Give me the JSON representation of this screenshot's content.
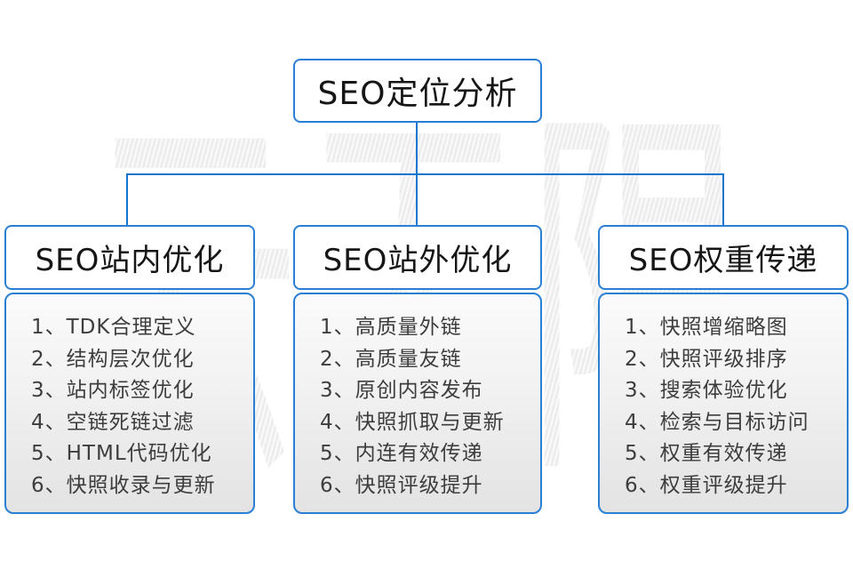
{
  "accent_color": "#2a7fd4",
  "line_color": "#1576d0",
  "watermark": "云无限",
  "root": {
    "title": "SEO定位分析"
  },
  "columns": [
    {
      "title": "SEO站内优化",
      "items": [
        "1、TDK合理定义",
        "2、结构层次优化",
        "3、站内标签优化",
        "4、空链死链过滤",
        "5、HTML代码优化",
        "6、快照收录与更新"
      ]
    },
    {
      "title": "SEO站外优化",
      "items": [
        "1、高质量外链",
        "2、高质量友链",
        "3、原创内容发布",
        "4、快照抓取与更新",
        "5、内连有效传递",
        "6、快照评级提升"
      ]
    },
    {
      "title": "SEO权重传递",
      "items": [
        "1、快照增缩略图",
        "2、快照评级排序",
        "3、搜索体验优化",
        "4、检索与目标访问",
        "5、权重有效传递",
        "6、权重评级提升"
      ]
    }
  ]
}
